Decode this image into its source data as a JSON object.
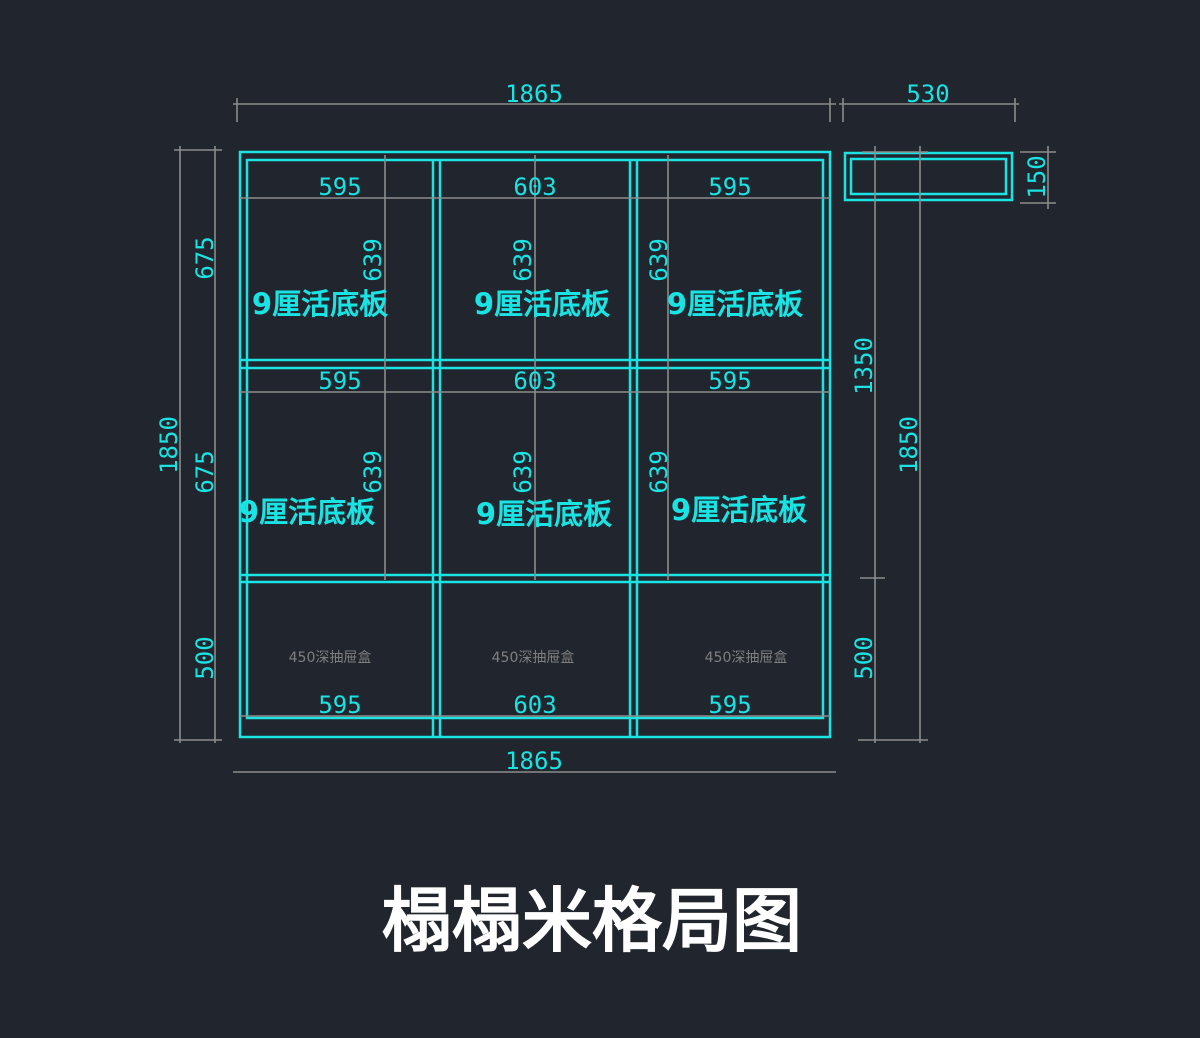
{
  "title": "榻榻米格局图",
  "dims": {
    "total_width": "1865",
    "depth": "530",
    "total_height": "1850",
    "upper_height": "675",
    "middle_height": "675",
    "lower_height": "500",
    "right_upper": "1350",
    "right_lower": "500",
    "right_total": "1850",
    "side_thickness": "150",
    "bottom_width": "1865"
  },
  "columns": [
    "595",
    "603",
    "595"
  ],
  "cell_height": "639",
  "panel_label": "9厘活底板",
  "drawer_label": "450深抽屉盒",
  "colors": {
    "background": "#21252d",
    "line": "#19e3e3",
    "dimension": "#8c8c8c"
  }
}
